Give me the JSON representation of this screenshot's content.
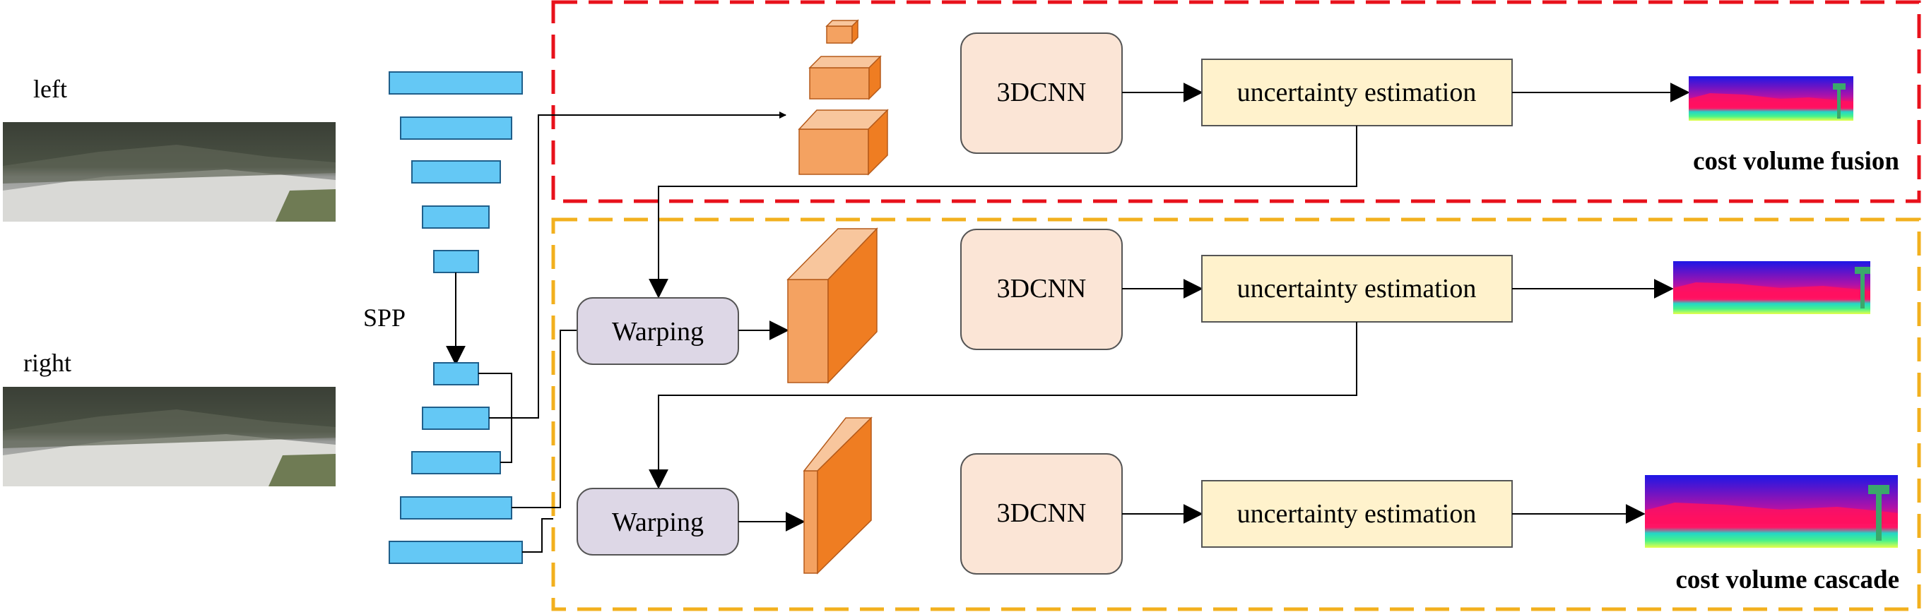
{
  "labels": {
    "left": "left",
    "right": "right",
    "spp": "SPP",
    "cnn_1": "3DCNN",
    "cnn_2": "3DCNN",
    "cnn_3": "3DCNN",
    "uncertainty_1": "uncertainty estimation",
    "uncertainty_2": "uncertainty estimation",
    "uncertainty_3": "uncertainty estimation",
    "warping_1": "Warping",
    "warping_2": "Warping",
    "fusion": "cost volume fusion",
    "cascade": "cost volume cascade"
  },
  "colors": {
    "fusion_border": "#e8111b",
    "cascade_border": "#f2b01e",
    "feature_bar": "#64c8f5",
    "cnn_fill": "#fbe5d6",
    "uncertainty_fill": "#fff2cc",
    "warping_fill": "#ddd7e6",
    "cube_front": "#f4a261",
    "cube_dark": "#ef7d22"
  }
}
